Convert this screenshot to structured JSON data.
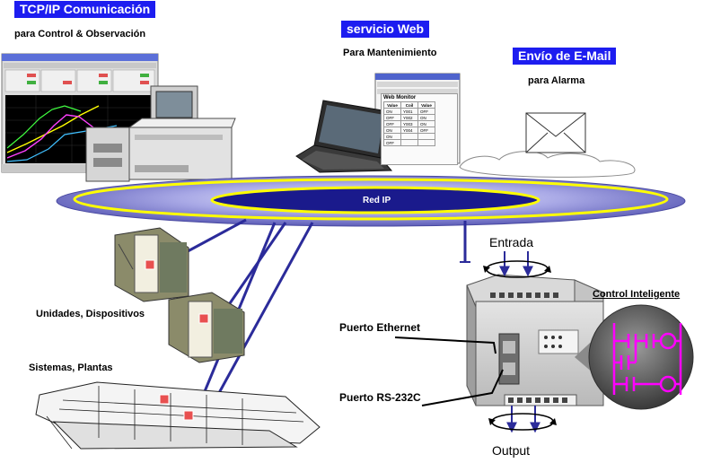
{
  "headers": {
    "tcpip": "TCP/IP Comunicación",
    "tcpip_sub": "para Control & Observación",
    "web": "servicio Web",
    "web_sub": "Para Mantenimiento",
    "email": "Envío de  E-Mail",
    "email_sub": "para Alarma"
  },
  "network": {
    "label": "Red IP"
  },
  "devices": {
    "units": "Unidades, Dispositivos",
    "systems": "Sistemas, Plantas"
  },
  "controller": {
    "input": "Entrada",
    "output": "Output",
    "ethernet": "Puerto Ethernet",
    "rs232": "Puerto RS-232C",
    "smart": "Control Inteligente"
  },
  "web_monitor": {
    "title": "Web Monitor",
    "header": [
      "Value",
      "Coil",
      "Value"
    ],
    "rows": [
      [
        "ON",
        "Y001",
        "OFF"
      ],
      [
        "OFF",
        "Y002",
        "ON"
      ],
      [
        "OFF",
        "Y003",
        "ON"
      ],
      [
        "ON",
        "Y004",
        "OFF"
      ],
      [
        "ON",
        "",
        ""
      ],
      [
        "OFF",
        "",
        ""
      ]
    ]
  },
  "colors": {
    "tag_blue": "#1d1df0",
    "ring": "#ffff00",
    "disc": "#8c8cd6",
    "ladder": "#ff00ff",
    "line": "#2b2b9a"
  }
}
